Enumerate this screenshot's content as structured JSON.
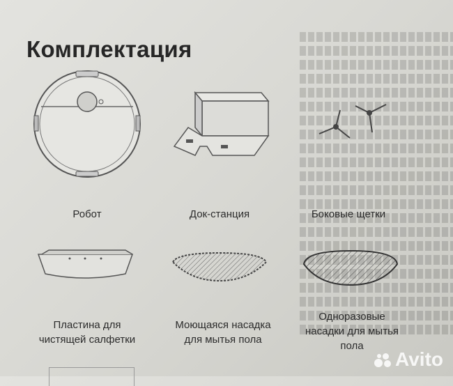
{
  "title": "Комплектация",
  "items": [
    {
      "label": "Робот",
      "icon": "robot-vacuum"
    },
    {
      "label": "Док-станция",
      "icon": "docking-station"
    },
    {
      "label": "Боковые щетки",
      "icon": "side-brushes"
    },
    {
      "label_lines": [
        "Пластина для",
        "чистящей салфетки"
      ],
      "icon": "mop-plate"
    },
    {
      "label_lines": [
        "Моющаяся насадка",
        "для мытья пола"
      ],
      "icon": "washable-mop-pad"
    },
    {
      "label_lines": [
        "Одноразовые",
        "насадки для мытья",
        "пола"
      ],
      "icon": "disposable-mop-pad"
    }
  ],
  "watermark": "Avito",
  "colors": {
    "background": "#d9d9d4",
    "text": "#262626",
    "line": "#555555"
  }
}
